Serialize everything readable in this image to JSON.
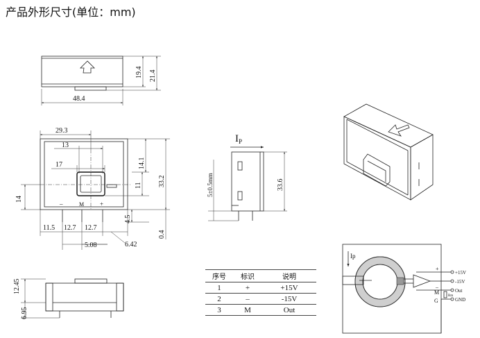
{
  "title": "产品外形尺寸(单位：mm)",
  "top_view": {
    "width": "48.4",
    "h1": "19.4",
    "h2": "21.4"
  },
  "front_view": {
    "d_29_3": "29.3",
    "d_13": "13",
    "d_17": "17",
    "d_14_1": "14.1",
    "d_11": "11",
    "d_33_2": "33.2",
    "d_14": "14",
    "d_4_5": "4.5",
    "d_0_4": "0.4",
    "d_11_5": "11.5",
    "d_12_7a": "12.7",
    "d_12_7b": "12.7",
    "d_5_08": "5.08",
    "d_6_42": "6.42",
    "pin_minus": "–",
    "pin_m": "M",
    "pin_plus": "+"
  },
  "side_view": {
    "ip_label": "I",
    "ip_sub": "P",
    "d_5": "5±0.5mm",
    "d_33_6": "33.6"
  },
  "bottom_view": {
    "d_12_45": "12.45",
    "d_6_95": "6.95"
  },
  "pin_table": {
    "headers": [
      "序号",
      "标识",
      "说明"
    ],
    "rows": [
      [
        "1",
        "+",
        "+15V"
      ],
      [
        "2",
        "–",
        "-15V"
      ],
      [
        "3",
        "M",
        "Out"
      ]
    ]
  },
  "schematic": {
    "ip_label": "Ip",
    "t_plus15": "+15V",
    "t_minus15": "-15V",
    "t_out": "Out",
    "t_gnd": "GND",
    "node_plus": "+",
    "node_minus": "–",
    "node_m": "M",
    "node_g": "G",
    "rm": "Rm"
  }
}
